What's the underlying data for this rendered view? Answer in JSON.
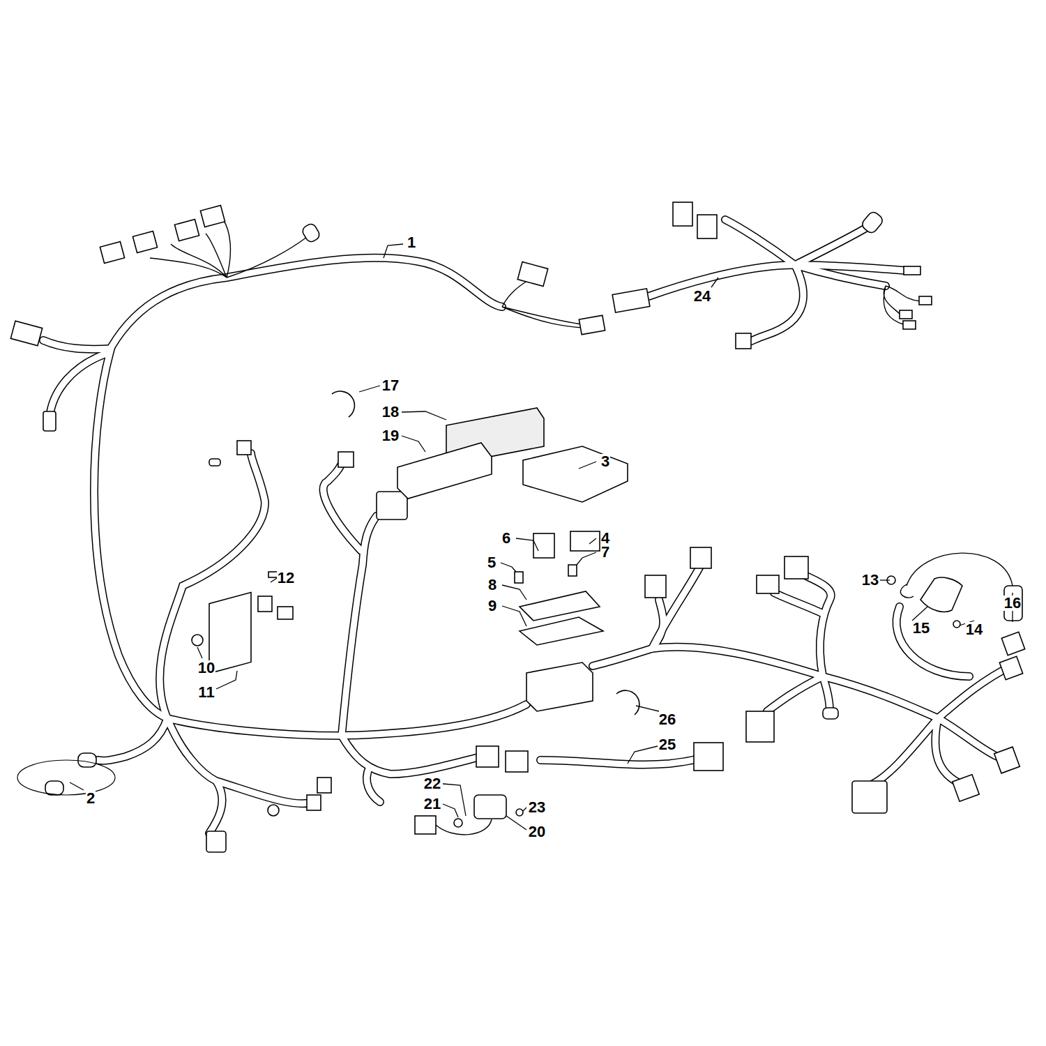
{
  "diagram": {
    "labels": [
      "1",
      "24",
      "17",
      "18",
      "19",
      "3",
      "6",
      "4",
      "5",
      "7",
      "12",
      "13",
      "8",
      "16",
      "9",
      "15",
      "14",
      "10",
      "11",
      "26",
      "25",
      "22",
      "2",
      "21",
      "23",
      "20"
    ]
  }
}
